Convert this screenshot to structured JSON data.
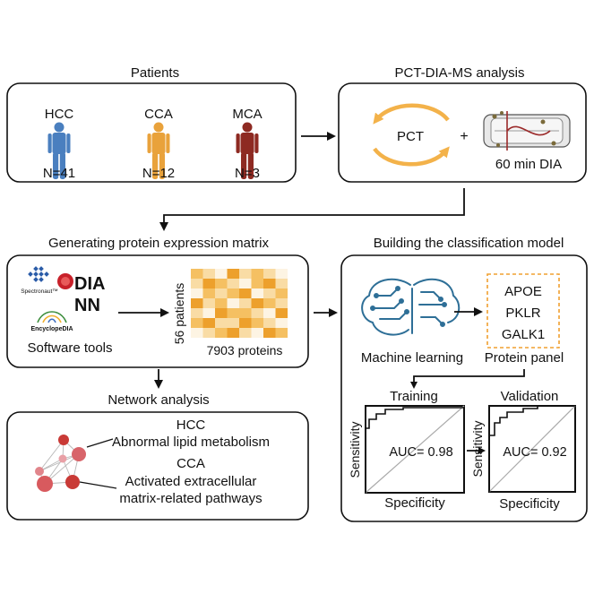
{
  "patients": {
    "title": "Patients",
    "groups": [
      {
        "label": "HCC",
        "count": "N=41",
        "color": "#4a7fbf"
      },
      {
        "label": "CCA",
        "count": "N=12",
        "color": "#e9a23b"
      },
      {
        "label": "MCA",
        "count": "N=3",
        "color": "#8e2a22"
      }
    ]
  },
  "pct": {
    "title": "PCT-DIA-MS analysis",
    "cycle_label": "PCT",
    "plus": "+",
    "dia_label": "60 min DIA",
    "cycle_color": "#f3b24a"
  },
  "matrix": {
    "title": "Generating protein expression matrix",
    "tool_labels": {
      "spectronaut": "Spectronaut™",
      "dia": "DIA",
      "nn": "NN",
      "encyclopedia": "EncyclopeDIA"
    },
    "software_label": "Software tools",
    "rows_label": "56 patients",
    "cols_label": "7903 proteins",
    "heatmap": [
      [
        2,
        1,
        0,
        3,
        1,
        2,
        1,
        0
      ],
      [
        1,
        3,
        2,
        1,
        0,
        2,
        3,
        1
      ],
      [
        0,
        2,
        1,
        2,
        3,
        0,
        1,
        2
      ],
      [
        3,
        1,
        2,
        0,
        1,
        3,
        2,
        1
      ],
      [
        1,
        0,
        3,
        2,
        2,
        1,
        0,
        3
      ],
      [
        2,
        3,
        1,
        1,
        3,
        2,
        1,
        0
      ],
      [
        0,
        1,
        2,
        3,
        1,
        0,
        3,
        2
      ]
    ],
    "heat_colors": [
      "#fdf4e3",
      "#f9dca5",
      "#f5c062",
      "#eda02c"
    ]
  },
  "network": {
    "title": "Network analysis",
    "hcc_title": "HCC",
    "hcc_text": "Abnormal lipid metabolism",
    "cca_title": "CCA",
    "cca_line1": "Activated extracellular",
    "cca_line2": "matrix-related pathways"
  },
  "model": {
    "title": "Building the classification model",
    "ml_label": "Machine learning",
    "panel_label": "Protein panel",
    "proteins": [
      "APOE",
      "PKLR",
      "GALK1"
    ],
    "panel_border_color": "#f0a030",
    "training": {
      "title": "Training",
      "auc": "AUC= 0.98",
      "ylabel": "Sensitivity",
      "xlabel": "Specificity"
    },
    "validation": {
      "title": "Validation",
      "auc": "AUC= 0.92",
      "ylabel": "Sensitivity",
      "xlabel": "Specificity"
    }
  }
}
